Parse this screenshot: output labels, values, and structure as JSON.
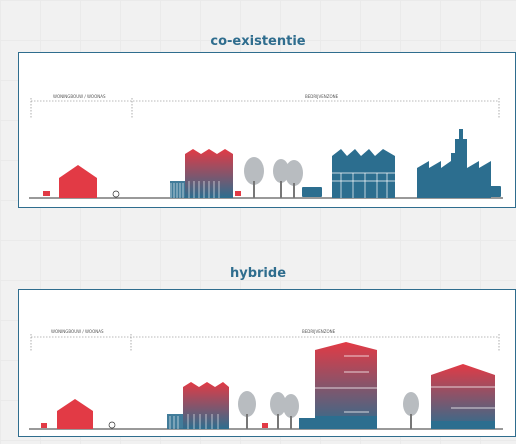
{
  "panels": [
    {
      "title": "co-existentie",
      "zone_left": "WONINGBOUW / WOONAS",
      "zone_right": "BEDRIJVENZONE"
    },
    {
      "title": "hybride",
      "zone_left": "WONINGBOUW / WOONAS",
      "zone_right": "BEDRIJVENZONE"
    }
  ],
  "colors": {
    "accent_blue": "#2f6d8e",
    "industrial_blue": "#2c6e8f",
    "residential_red": "#e23a45",
    "ground": "#333333",
    "tree_grey": "#b8bcc0"
  }
}
